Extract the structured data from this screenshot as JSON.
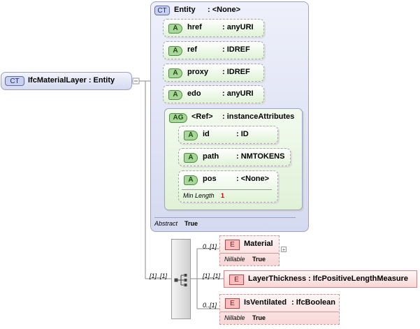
{
  "root": {
    "badge": "CT",
    "label": "IfcMaterialLayer : Entity"
  },
  "entity": {
    "badge": "CT",
    "name": "Entity",
    "type": ": <None>",
    "attributes": [
      {
        "badge": "A",
        "name": "href",
        "type": ": anyURI"
      },
      {
        "badge": "A",
        "name": "ref",
        "type": ": IDREF"
      },
      {
        "badge": "A",
        "name": "proxy",
        "type": ": IDREF"
      },
      {
        "badge": "A",
        "name": "edo",
        "type": ": anyURI"
      }
    ],
    "group": {
      "badge": "AG",
      "name": "<Ref>",
      "type": ": instanceAttributes",
      "attributes": [
        {
          "badge": "A",
          "name": "id",
          "type": ": ID"
        },
        {
          "badge": "A",
          "name": "path",
          "type": ": NMTOKENS"
        },
        {
          "badge": "A",
          "name": "pos",
          "type": ": <None>",
          "prop_label": "Min Length",
          "prop_value": "1"
        }
      ]
    },
    "prop_label": "Abstract",
    "prop_value": "True"
  },
  "sequence": {
    "occurrence": "[1]..[1]",
    "elements": [
      {
        "badge": "E",
        "name": "Material",
        "type": "",
        "occurrence": "0..[1]",
        "prop_label": "Nillable",
        "prop_value": "True"
      },
      {
        "badge": "E",
        "name": "LayerThickness",
        "type": ": IfcPositiveLengthMeasure",
        "occurrence": "[1]..[1]"
      },
      {
        "badge": "E",
        "name": "IsVentilated",
        "type": ": IfcBoolean",
        "occurrence": "0..[1]",
        "prop_label": "Nillable",
        "prop_value": "True"
      }
    ]
  },
  "colors": {
    "complex_type": "#d6daf0",
    "attribute": "#dff3d6",
    "element": "#f8d6d6",
    "connector": "#8a8a8a"
  }
}
